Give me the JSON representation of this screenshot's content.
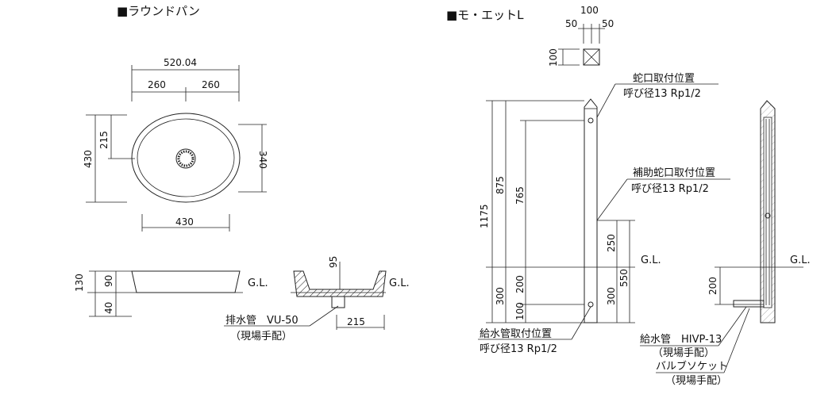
{
  "titles": {
    "left": "■ラウンドパン",
    "right": "■モ・エットL"
  },
  "pan": {
    "top_dims": {
      "overall": "520.04",
      "half_left": "260",
      "half_right": "260",
      "h215": "215",
      "h430": "430",
      "h340": "340",
      "w430": "430"
    },
    "side_dims": {
      "d130": "130",
      "d90": "90",
      "d40": "40",
      "d95": "95",
      "d215": "215"
    },
    "gl_left": "G.L.",
    "gl_right": "G.L.",
    "drain_label": "排水管　VU-50",
    "drain_note": "（現場手配）"
  },
  "post": {
    "top_dims": {
      "w100": "100",
      "w50a": "50",
      "w50b": "50",
      "h100": "100"
    },
    "dims": {
      "d1175": "1175",
      "d875": "875",
      "d765": "765",
      "d300a": "300",
      "d200a": "200",
      "d100": "100",
      "d250": "250",
      "d550": "550",
      "d300b": "300",
      "d200b": "200"
    },
    "gl_center": "G.L.",
    "gl_right": "G.L.",
    "faucet_label": "蛇口取付位置",
    "faucet_spec": "呼び径13 Rp1/2",
    "aux_faucet_label": "補助蛇口取付位置",
    "aux_faucet_spec": "呼び径13 Rp1/2",
    "supply_pos_label": "給水管取付位置",
    "supply_pos_spec": "呼び径13 Rp1/2",
    "supply_pipe_label": "給水管　HIVP-13",
    "supply_pipe_note": "（現場手配）",
    "valve_label": "バルブソケット",
    "valve_note": "（現場手配）"
  }
}
